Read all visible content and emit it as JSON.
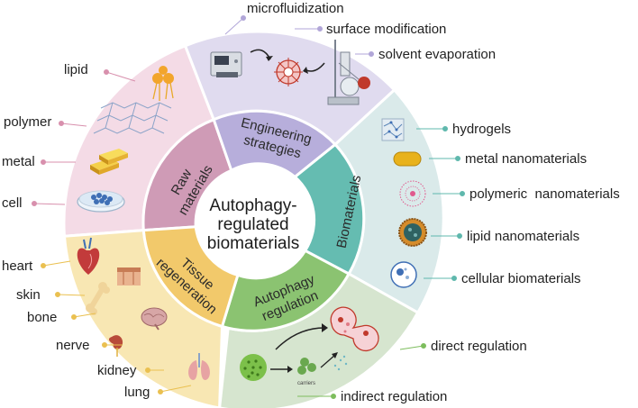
{
  "center": {
    "line1": "Autophagy-",
    "line2": "regulated",
    "line3": "biomaterials"
  },
  "inner": {
    "raw": {
      "line1": "Raw",
      "line2": "materials"
    },
    "engineering": {
      "line1": "Engineering",
      "line2": "strategies"
    },
    "biomaterials": {
      "line1": "Biomaterials"
    },
    "autophagy": {
      "line1": "Autophagy",
      "line2": "regulation"
    },
    "tissue": {
      "line1": "Tissue",
      "line2": "regeneration"
    }
  },
  "labels": {
    "raw": [
      "lipid",
      "polymer",
      "metal",
      "cell"
    ],
    "engineering": [
      "microfluidization",
      "surface modification",
      "solvent evaporation"
    ],
    "biomaterials": [
      "hydrogels",
      "metal nanomaterials",
      "polymeric  nanomaterials",
      "lipid nanomaterials",
      "cellular biomaterials"
    ],
    "autophagy": [
      "direct regulation",
      "indirect regulation"
    ],
    "tissue": [
      "heart",
      "skin",
      "bone",
      "nerve",
      "kidney",
      "lung"
    ]
  },
  "carrier_text": "carriers",
  "colors": {
    "raw_outer": "#f4dbe6",
    "raw_inner": "#cf9bb6",
    "raw_dot": "#d890ad",
    "eng_outer": "#e0dbef",
    "eng_inner": "#b7aedb",
    "eng_dot": "#b1a6d8",
    "bio_outer": "#daeaea",
    "bio_inner": "#65bcb1",
    "bio_dot": "#5fb8ad",
    "auto_outer": "#d6e5cf",
    "auto_inner": "#8bc371",
    "auto_dot": "#7dbd5d",
    "tis_outer": "#f8e7b3",
    "tis_inner": "#f2c96b",
    "tis_dot": "#eac050"
  }
}
